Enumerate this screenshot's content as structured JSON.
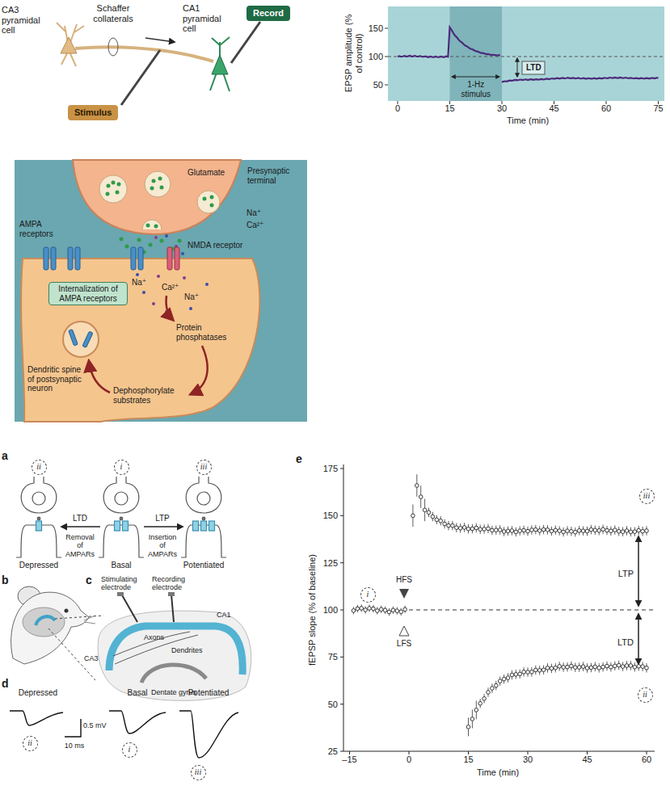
{
  "diagram": {
    "nodes": [
      {
        "text": [
          "Record"
        ]
      },
      {
        "text": [
          "Stimulus"
        ]
      },
      {
        "text": [
          "Internalization of AMPA receptors"
        ]
      },
      {
        "text": [
          "ii"
        ]
      },
      {
        "text": [
          "i"
        ]
      },
      {
        "text": [
          "iii"
        ]
      },
      {
        "text": [
          "ii"
        ]
      },
      {
        "text": [
          "i"
        ]
      },
      {
        "text": [
          "iii"
        ]
      },
      {
        "text": [
          "i"
        ]
      },
      {
        "text": [
          "iii"
        ]
      },
      {
        "text": [
          "ii"
        ]
      }
    ],
    "labels": [
      "CA3 pyramidal cell",
      "Schaffer collaterals",
      "CA1 pyramidal cell",
      "150",
      "100",
      "50",
      "EPSP amplitude (% of control)",
      "0",
      "15",
      "30",
      "45",
      "60",
      "75",
      "Time (min)",
      "1-Hz stimulus",
      "LTD",
      "Glutamate",
      "Presynaptic terminal",
      "Na⁺",
      "Ca²⁺",
      "AMPA receptors",
      "NMDA receptor",
      "Na⁺",
      "Ca²⁺",
      "Na⁺",
      "Protein phosphatases",
      "Dephosphorylate substrates",
      "Dendritic spine of postsynaptic neuron",
      "a",
      "LTD",
      "Removal of AMPARs",
      "LTP",
      "Insertion of AMPARs",
      "Depressed",
      "Basal",
      "Potentiated",
      "b",
      "c",
      "Stimulating electrode",
      "Recording electrode",
      "Axons",
      "CA3",
      "CA1",
      "Dendrites",
      "Dentate gyrus",
      "d",
      "Depressed",
      "Basal",
      "Potentiated",
      "0.5 mV",
      "10 ms",
      "e",
      "175",
      "150",
      "125",
      "100",
      "75",
      "50",
      "25",
      "fEPSP slope (% of baseline)",
      "–15",
      "0",
      "15",
      "30",
      "45",
      "60",
      "Time (min)",
      "HFS",
      "LFS",
      "LTP",
      "LTD"
    ]
  }
}
